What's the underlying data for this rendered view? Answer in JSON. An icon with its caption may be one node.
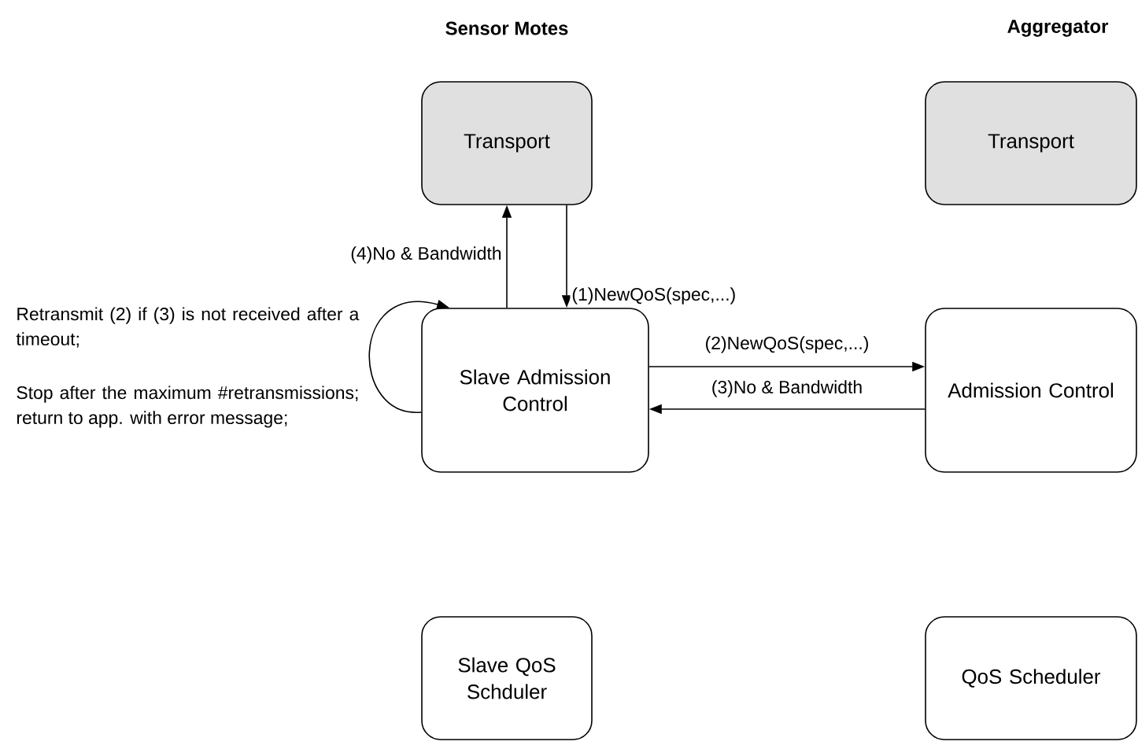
{
  "diagram": {
    "nodes": [
      {
        "text": [
          "Transport"
        ]
      },
      {
        "text": [
          "Transport"
        ]
      },
      {
        "text": [
          "Slave Admission Control"
        ]
      },
      {
        "text": [
          "Admission Control"
        ]
      },
      {
        "text": [
          "Slave QoS Schduler"
        ]
      },
      {
        "text": [
          "QoS Scheduler"
        ]
      }
    ],
    "edges": [
      {
        "from": 2,
        "to": 0,
        "arrow": "to",
        "label": "(4)No & Bandwidth"
      },
      {
        "from": 0,
        "to": 2,
        "arrow": "to",
        "label": "(1)NewQoS(spec,...)"
      },
      {
        "from": 2,
        "to": 3,
        "arrow": "to",
        "label": "(2)NewQoS(spec,...)"
      },
      {
        "from": 3,
        "to": 2,
        "arrow": "to",
        "label": "(3)No & Bandwidth"
      },
      {
        "from": 2,
        "to": 2,
        "arrow": "to"
      }
    ],
    "labels": [
      "Sensor Motes",
      "Aggregator",
      "Retransmit (2) if (3) is not received after a timeout;",
      "Stop after the maximum #retransmissions; return to app. with error message;"
    ]
  }
}
